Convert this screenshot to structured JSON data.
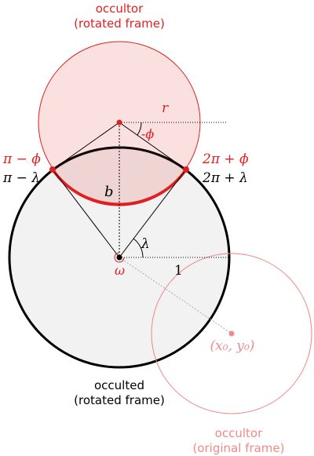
{
  "colors": {
    "occultor": "#e02020",
    "occultor_fill": "#fbe0e0",
    "occultor_faint": "#f08a8a",
    "occulted_fill": "#f2f2f2",
    "stroke": "#000000",
    "guide": "#888888"
  },
  "labels": {
    "occultor_rot_line1": "occultor",
    "occultor_rot_line2": "(rotated frame)",
    "occulted_line1": "occulted",
    "occulted_line2": "(rotated frame)",
    "occultor_orig_line1": "occultor",
    "occultor_orig_line2": "(original frame)",
    "r": "r",
    "neg_phi": "-ϕ",
    "b": "b",
    "lambda": "λ",
    "one": "1",
    "omega": "ω",
    "xy0": "(x₀, y₀)",
    "pi_minus_phi": "π − ϕ",
    "pi_minus_lambda": "π − λ",
    "two_pi_plus_phi": "2π + ϕ",
    "two_pi_plus_lambda": "2π + λ"
  }
}
